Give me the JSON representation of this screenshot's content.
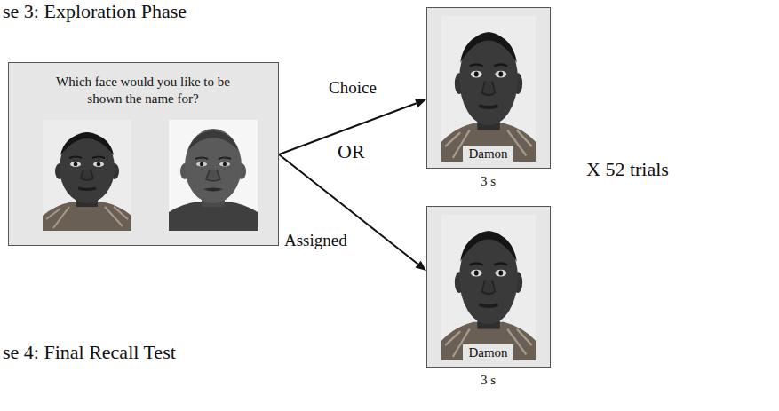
{
  "diagram": {
    "nodes": [
      {
        "text": [
          "Which face would you like to be shown the name for?"
        ]
      },
      {
        "text": [
          "Damon",
          "3 s"
        ]
      },
      {
        "text": [
          "Damon",
          "3 s"
        ]
      }
    ],
    "edges": [
      {
        "from": 0,
        "to": 1,
        "arrow": "to",
        "label": "Choice"
      },
      {
        "from": 0,
        "to": 2,
        "arrow": "to",
        "label": "Assigned"
      }
    ],
    "labels": [
      "se 3: Exploration Phase",
      "OR",
      "X 52 trials",
      "se 4: Final Recall Test"
    ]
  }
}
